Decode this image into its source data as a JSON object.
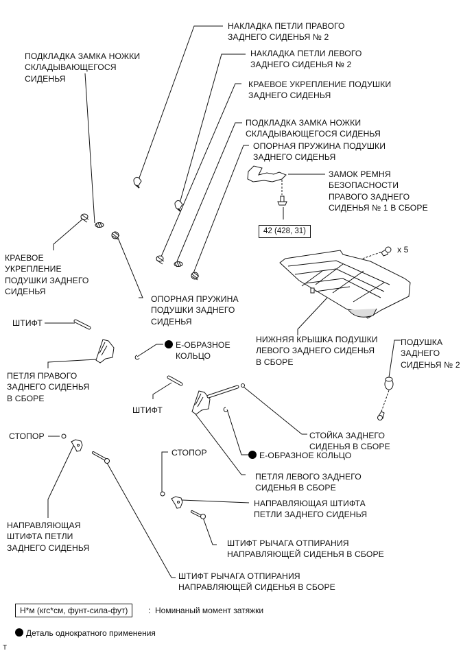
{
  "diagram": {
    "labels": {
      "hinge_cover_right_2": "НАКЛАДКА ПЕТЛИ ПРАВОГО\nЗАДНЕГО СИДЕНЬЯ № 2",
      "hinge_cover_left_2": "НАКЛАДКА ПЕТЛИ ЛЕВОГО\nЗАДНЕГО СИДЕНЬЯ № 2",
      "cushion_edge_reinf_top": "КРАЕВОЕ УКРЕПЛЕНИЕ ПОДУШКИ\nЗАДНЕГО СИДЕНЬЯ",
      "fold_leg_lock_pad_right": "ПОДКЛАДКА ЗАМКА НОЖКИ\nСКЛАДЫВАЮЩЕГОСЯ СИДЕНЬЯ",
      "cushion_spring_top": "ОПОРНАЯ ПРУЖИНА ПОДУШКИ\nЗАДНЕГО СИДЕНЬЯ",
      "fold_leg_lock_pad_left": "ПОДКЛАДКА ЗАМКА НОЖКИ\nСКЛАДЫВАЮЩЕГОСЯ\nСИДЕНЬЯ",
      "seatbelt_buckle": "ЗАМОК РЕМНЯ\nБЕЗОПАСНОСТИ\nПРАВОГО ЗАДНЕГО\nСИДЕНЬЯ № 1 В СБОРЕ",
      "torque_value": "42 (428, 31)",
      "screw_count": "x 5",
      "cushion_edge_reinf_left": "КРАЕВОЕ\nУКРЕПЛЕНИЕ\nПОДУШКИ ЗАДНЕГО\nСИДЕНЬЯ",
      "cushion_spring_left": "ОПОРНАЯ ПРУЖИНА\nПОДУШКИ ЗАДНЕГО\nСИДЕНЬЯ",
      "pin_1": "ШТИФТ",
      "e_ring_1": "Е-ОБРАЗНОЕ\nКОЛЬЦО",
      "hinge_right_assy": "ПЕТЛЯ ПРАВОГО\nЗАДНЕГО СИДЕНЬЯ\nВ СБОРЕ",
      "lower_cover_left": "НИЖНЯЯ КРЫШКА ПОДУШКИ\nЛЕВОГО ЗАДНЕГО СИДЕНЬЯ\nВ СБОРЕ",
      "cushion_2": "ПОДУШКА\nЗАДНЕГО\nСИДЕНЬЯ № 2",
      "pin_2": "ШТИФТ",
      "stopper_1": "СТОПОР",
      "seat_stand_assy": "СТОЙКА ЗАДНЕГО\nСИДЕНЬЯ В СБОРЕ",
      "stopper_2": "СТОПОР",
      "e_ring_2": "Е-ОБРАЗНОЕ КОЛЬЦО",
      "hinge_left_assy": "ПЕТЛЯ ЛЕВОГО ЗАДНЕГО\nСИДЕНЬЯ В СБОРЕ",
      "hinge_pin_guide_left": "НАПРАВЛЯЮЩАЯ\nШТИФТА ПЕТЛИ\nЗАДНЕГО СИДЕНЬЯ",
      "hinge_pin_guide_right": "НАПРАВЛЯЮЩАЯ ШТИФТА\nПЕТЛИ ЗАДНЕГО СИДЕНЬЯ",
      "release_lever_pin_right": "ШТИФТ РЫЧАГА ОТПИРАНИЯ\nНАПРАВЛЯЮЩЕЙ СИДЕНЬЯ В СБОРЕ",
      "release_lever_pin_bottom": "ШТИФТ РЫЧАГА ОТПИРАНИЯ\nНАПРАВЛЯЮЩЕЙ СИДЕНЬЯ В СБОРЕ"
    }
  },
  "legend": {
    "torque_unit": "Н*м (кгс*см, фунт-сила-фут)",
    "torque_desc": ":  Номинаный момент затяжки",
    "nonreusable": "Деталь однократного применения"
  },
  "footer_mark": "T"
}
